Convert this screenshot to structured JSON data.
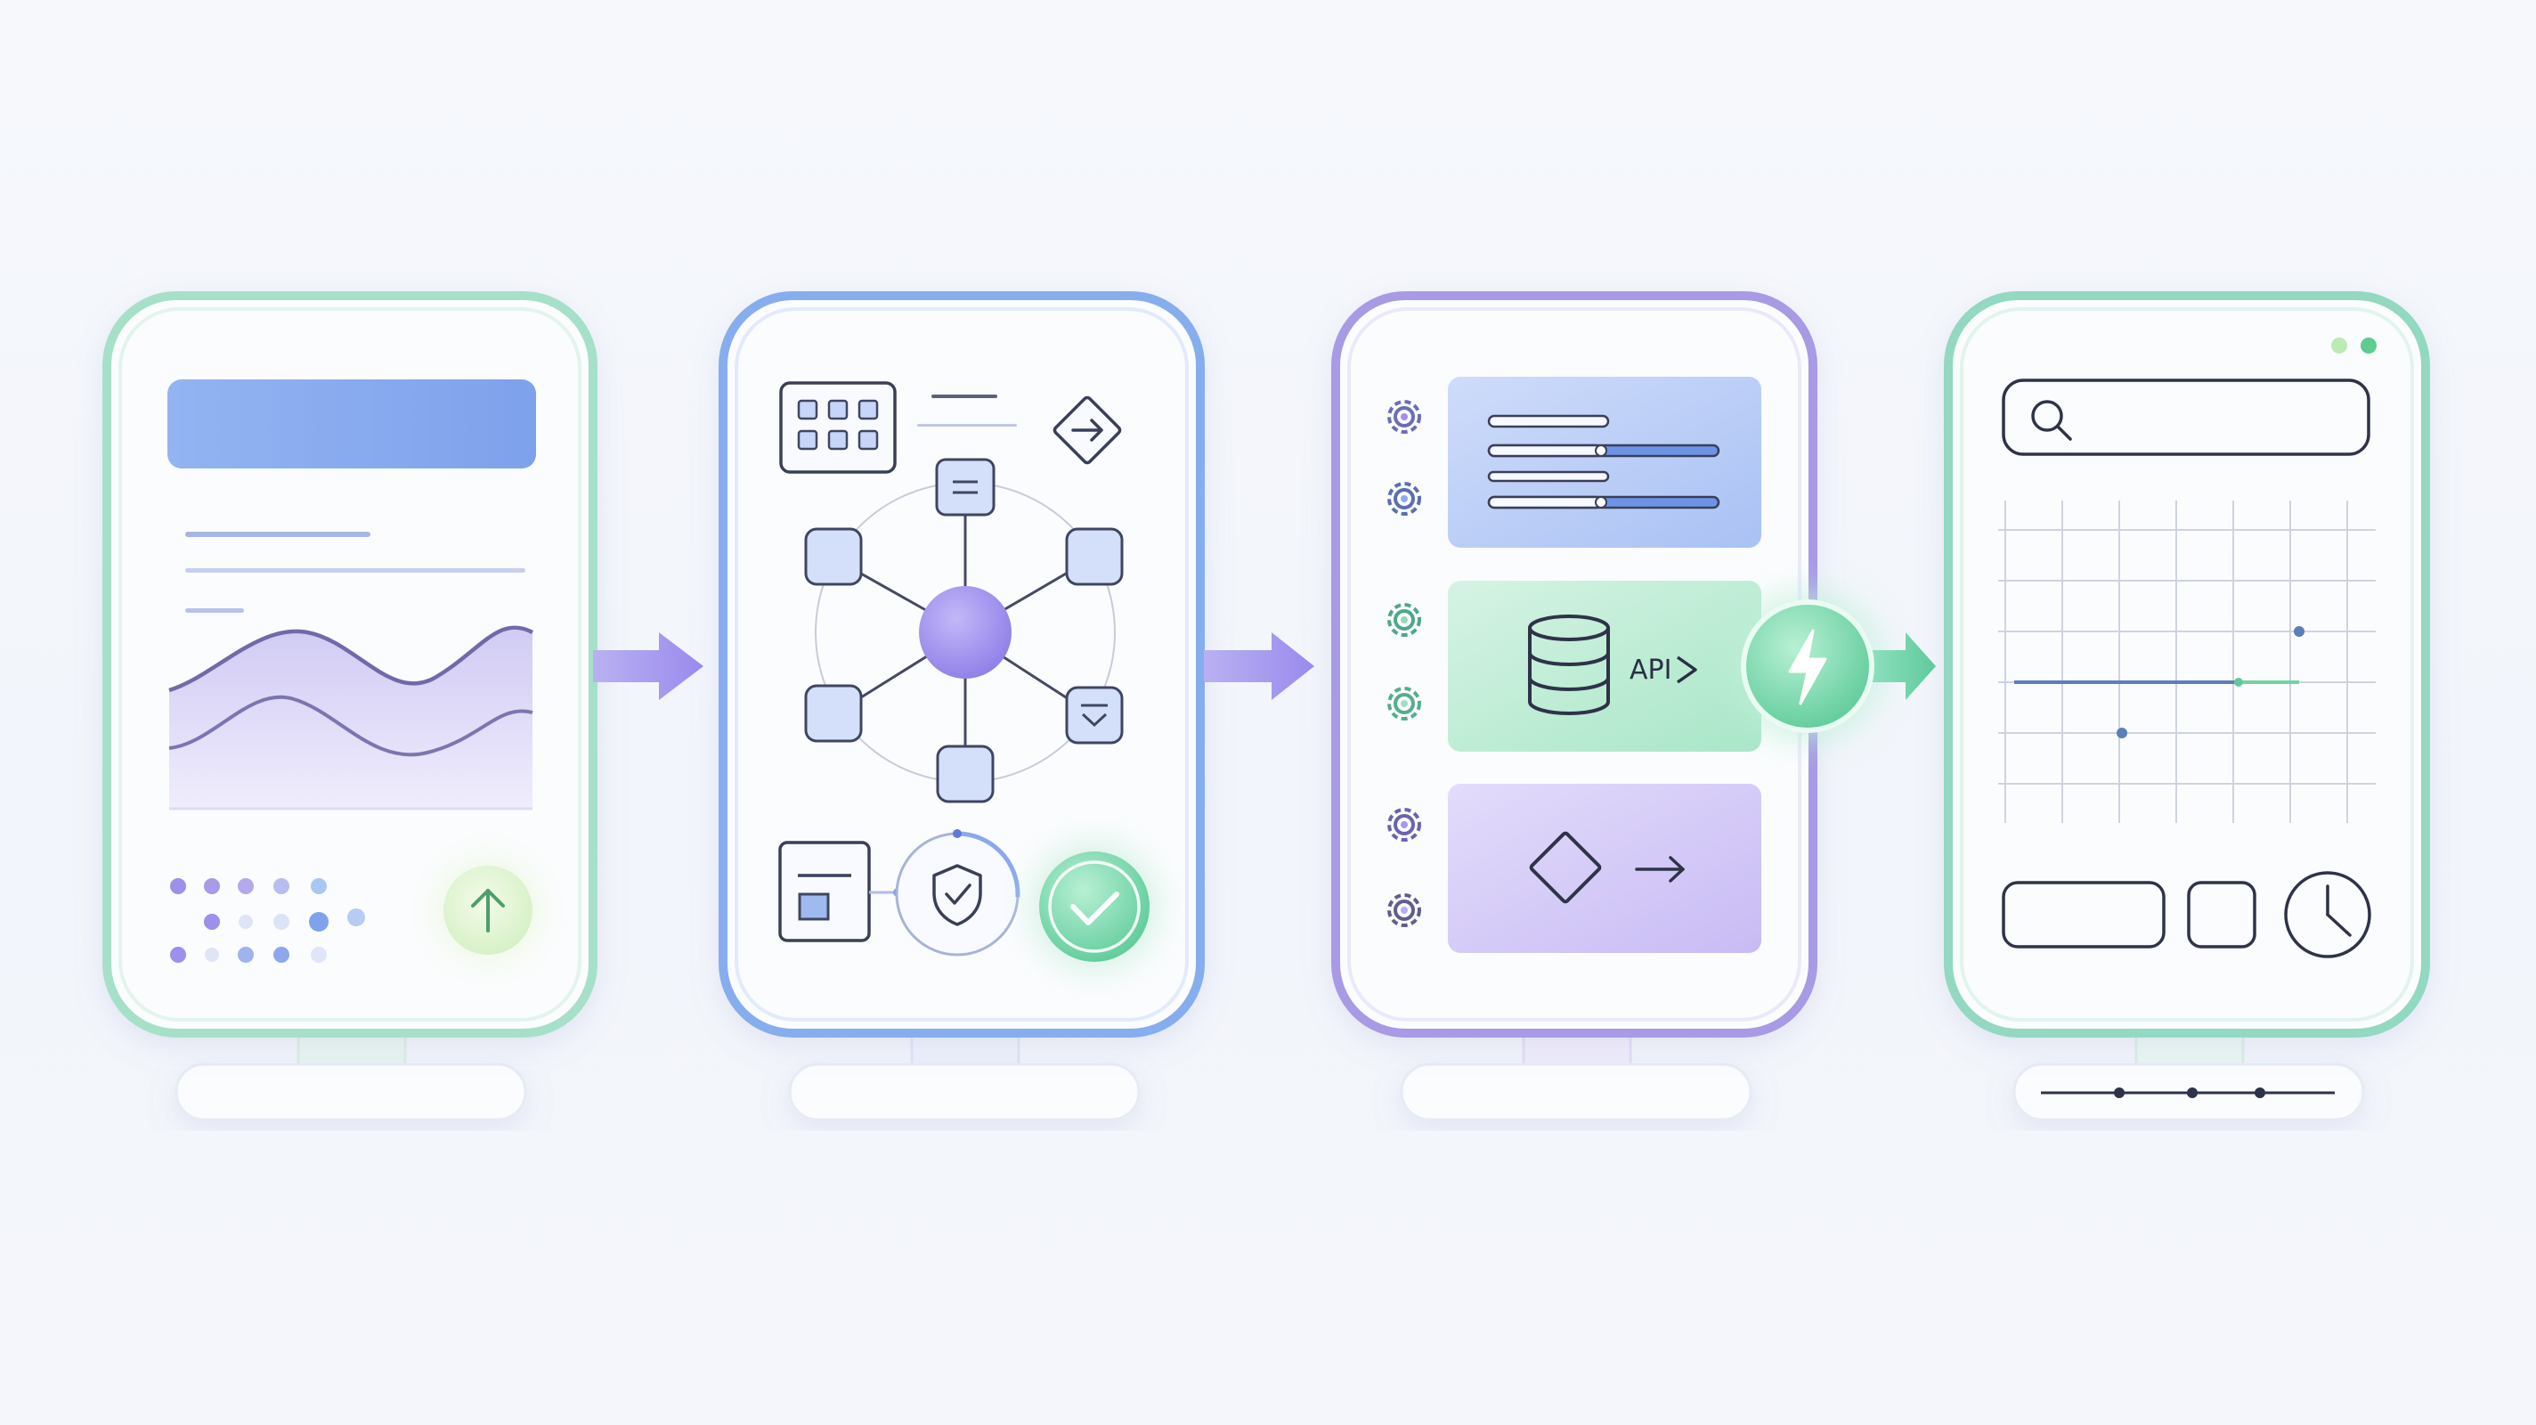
{
  "panels": [
    {
      "id": "analytics",
      "accent": "#9adcc0"
    },
    {
      "id": "workflow",
      "accent": "#7da6ec"
    },
    {
      "id": "integration",
      "accent": "#a596e2",
      "api_label": "API"
    },
    {
      "id": "monitoring",
      "accent": "#8fd4bc"
    }
  ],
  "colors": {
    "purple": "#9d8fec",
    "blue": "#7ea2ec",
    "green": "#74d3a4",
    "ink": "#2c3146"
  },
  "icons": [
    "upload-icon",
    "grid-icon",
    "direction-icon",
    "document-icon",
    "filter-icon",
    "window-icon",
    "shield-check-icon",
    "check-icon",
    "gear-icon",
    "slider-icon",
    "database-icon",
    "lightning-icon",
    "diamond-icon",
    "arrow-right-icon",
    "search-icon",
    "clock-icon"
  ]
}
